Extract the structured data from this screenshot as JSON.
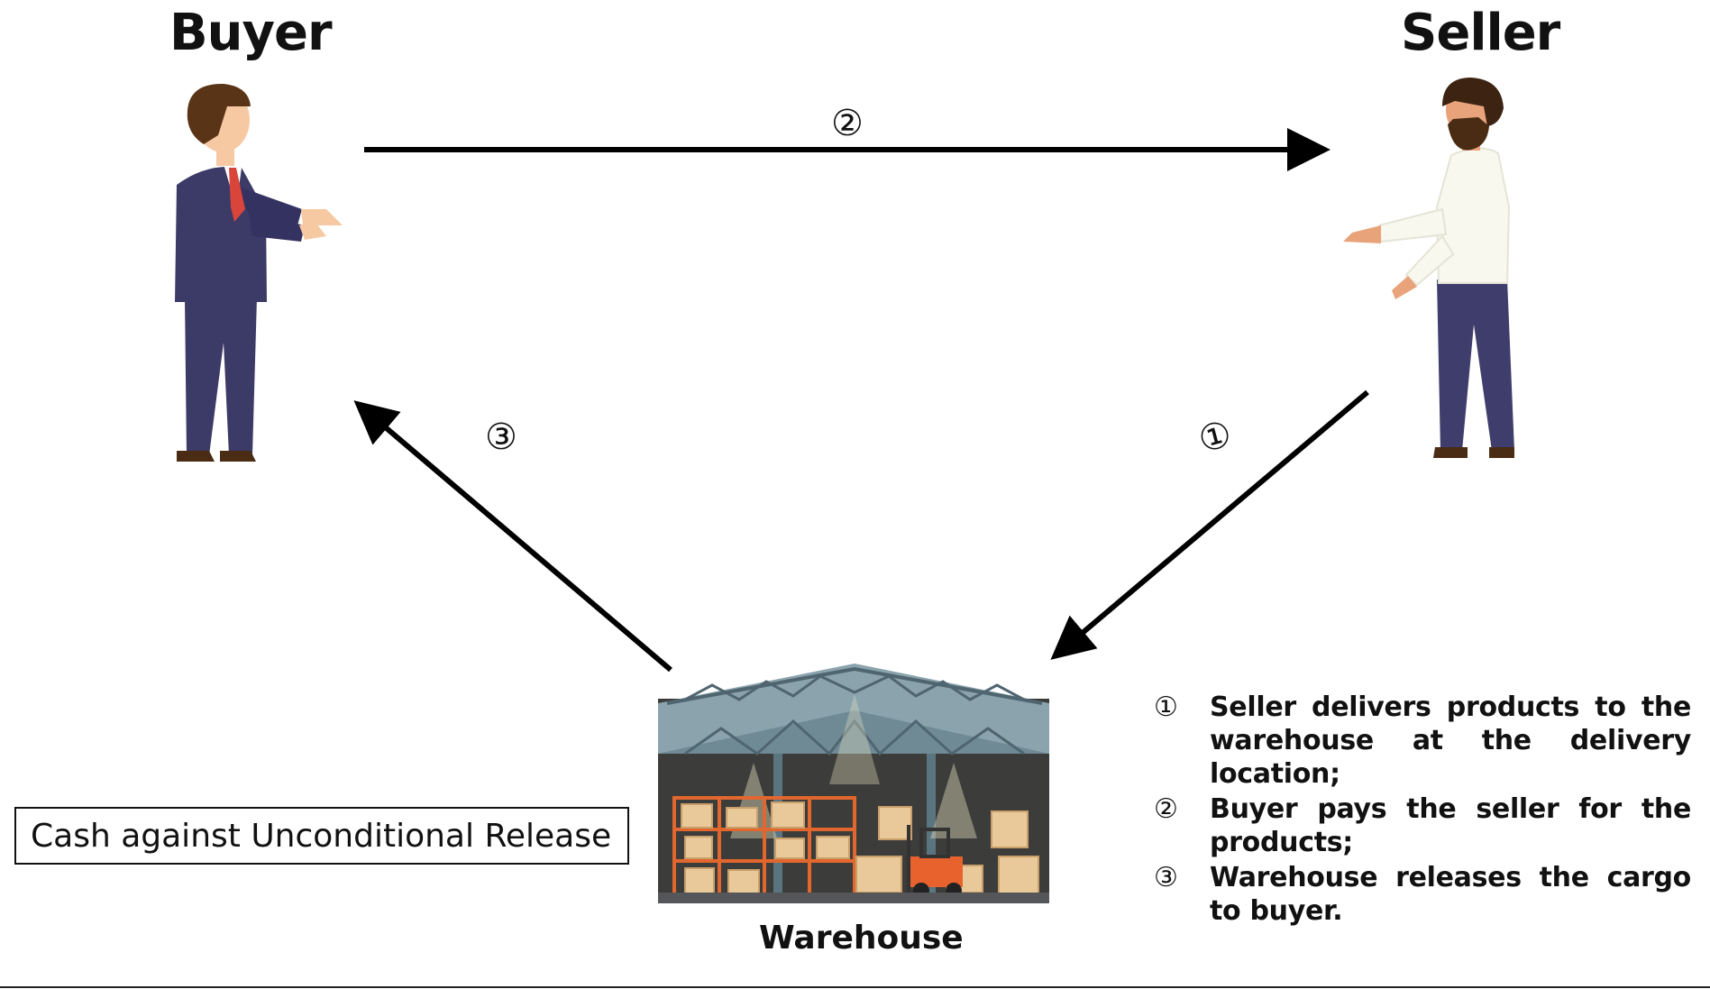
{
  "parties": {
    "buyer": {
      "title": "Buyer"
    },
    "seller": {
      "title": "Seller"
    },
    "warehouse": {
      "caption": "Warehouse"
    }
  },
  "flows": [
    {
      "id": "step-1",
      "marker": "①"
    },
    {
      "id": "step-2",
      "marker": "②"
    },
    {
      "id": "step-3",
      "marker": "③"
    }
  ],
  "method_label": "Cash against Unconditional Release",
  "legend": [
    {
      "marker": "①",
      "text": "Seller delivers products to the warehouse at the delivery location;"
    },
    {
      "marker": "②",
      "text": "Buyer pays the seller for the products;"
    },
    {
      "marker": "③",
      "text": "Warehouse releases the cargo to buyer."
    }
  ],
  "colors": {
    "arrow": "#000000",
    "buyer_suit": "#3c3a66",
    "buyer_tie": "#d9453b",
    "seller_shirt": "#f8f8ee",
    "seller_trousers": "#3f3d6b",
    "hair": "#5a3417",
    "skin": "#f6c9a2",
    "warehouse_roof": "#8aa3ad",
    "warehouse_boxes": "#e9c89a",
    "forklift": "#e8622d"
  }
}
